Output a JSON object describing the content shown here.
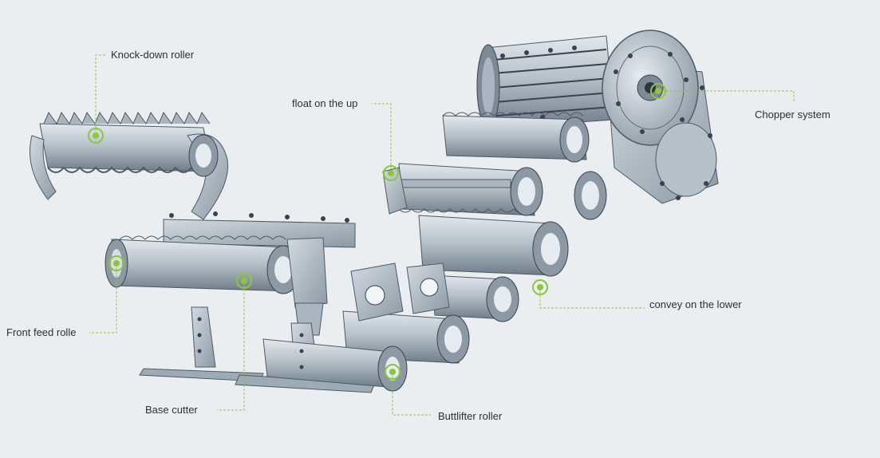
{
  "diagram": {
    "colors": {
      "background": "#ebeef0",
      "leader": "#8cc63f",
      "marker": "#8cc63f",
      "metal_light": "#c9d1d8",
      "metal_mid": "#9eabb6",
      "metal_dark": "#5d6b77",
      "bolt": "#3a4250",
      "text": "#2b2f33"
    },
    "callouts": {
      "knockdown": "Knock-down roller",
      "float_up": "float on the up",
      "chopper": "Chopper system",
      "front_feed": "Front feed rolle",
      "convey_lower": "convey on the lower",
      "base_cutter": "Base cutter",
      "buttlifter": "Buttlifter roller"
    }
  }
}
